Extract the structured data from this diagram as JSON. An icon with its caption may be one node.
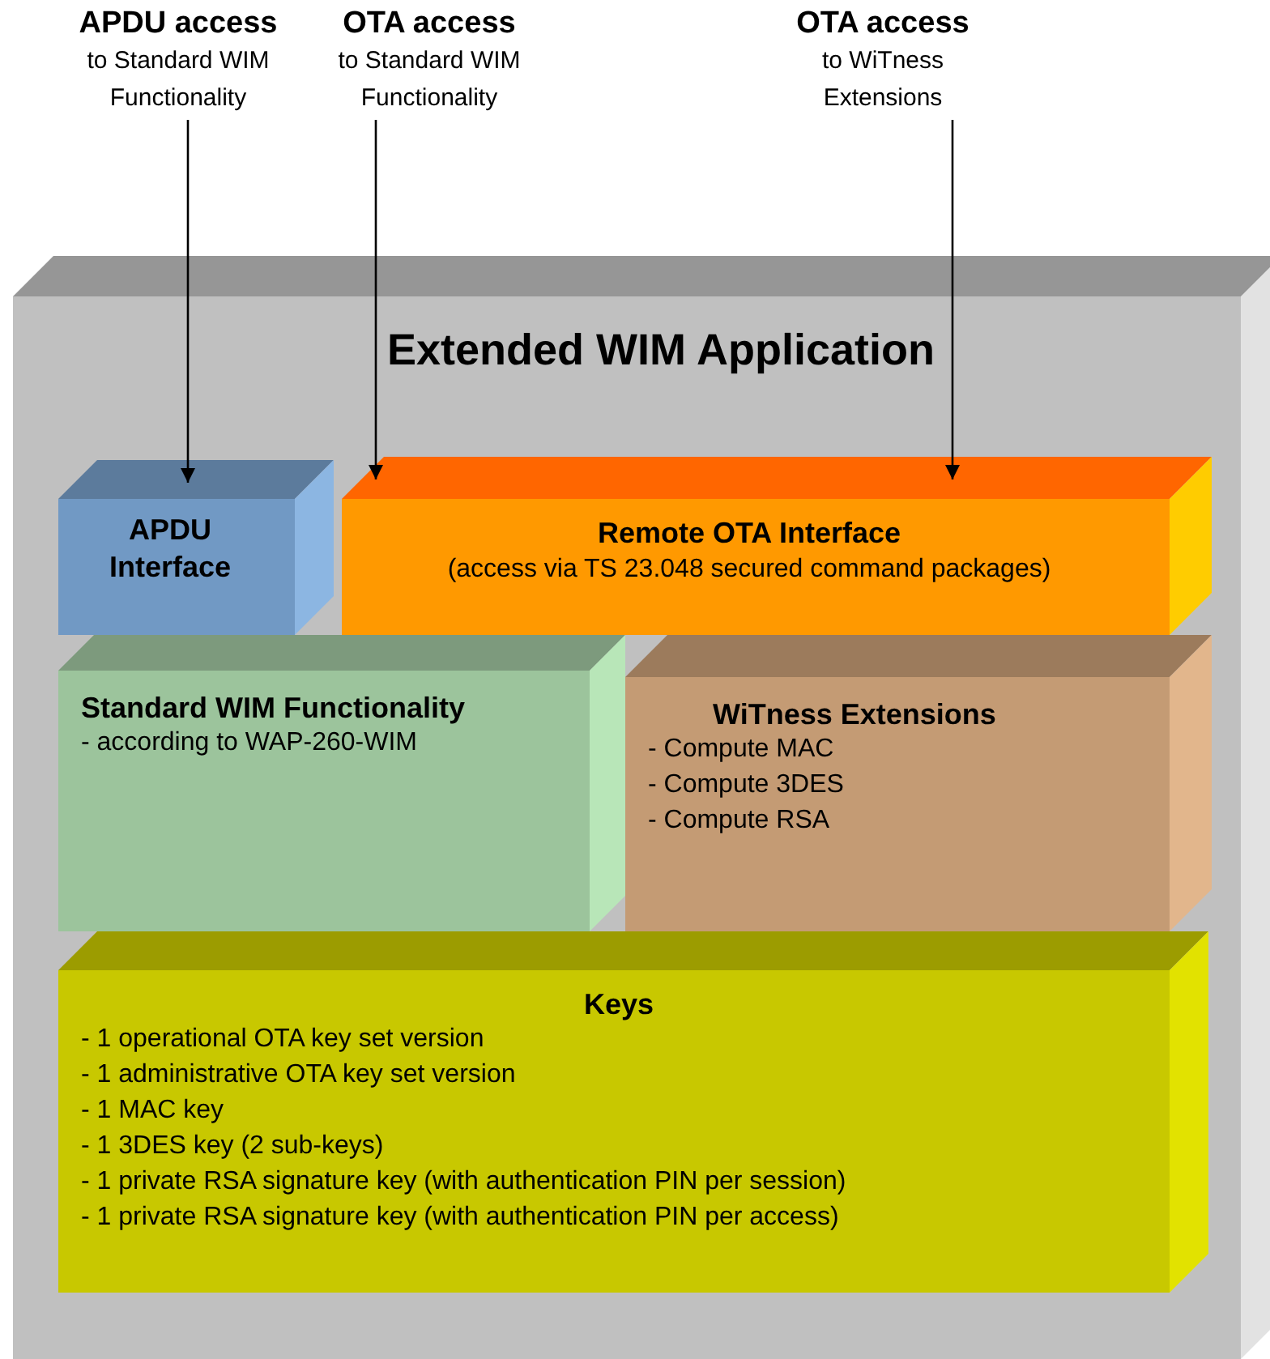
{
  "diagram": {
    "nodes": [
      {
        "text": [
          "APDU access",
          "to Standard WIM Functionality"
        ]
      },
      {
        "text": [
          "OTA access",
          "to Standard WIM Functionality"
        ]
      },
      {
        "text": [
          "OTA access",
          "to WiTness Extensions"
        ]
      },
      {
        "text": [
          "Extended WIM Application"
        ]
      },
      {
        "text": [
          "APDU Interface"
        ],
        "in": 3
      },
      {
        "text": [
          "Remote OTA Interface",
          "(access via TS 23.048 secured command packages)"
        ],
        "in": 3
      },
      {
        "text": [
          "Standard WIM Functionality",
          "- according to WAP-260-WIM"
        ],
        "in": 3
      },
      {
        "text": [
          "WiTness Extensions",
          "- Compute MAC",
          "- Compute 3DES",
          "- Compute RSA"
        ],
        "in": 3
      },
      {
        "text": [
          "Keys",
          "- 1 operational OTA key set version",
          "- 1 administrative OTA key set version",
          "- 1 MAC key",
          "- 1 3DES key (2 sub-keys)",
          "- 1 private RSA signature key (with authentication PIN per session)",
          "- 1 private RSA signature key (with authentication PIN per access)"
        ],
        "in": 3
      }
    ],
    "edges": [
      {
        "from": 0,
        "to": 4,
        "arrow": "to"
      },
      {
        "from": 1,
        "to": 5,
        "arrow": "to"
      },
      {
        "from": 2,
        "to": 5,
        "arrow": "to"
      }
    ]
  }
}
